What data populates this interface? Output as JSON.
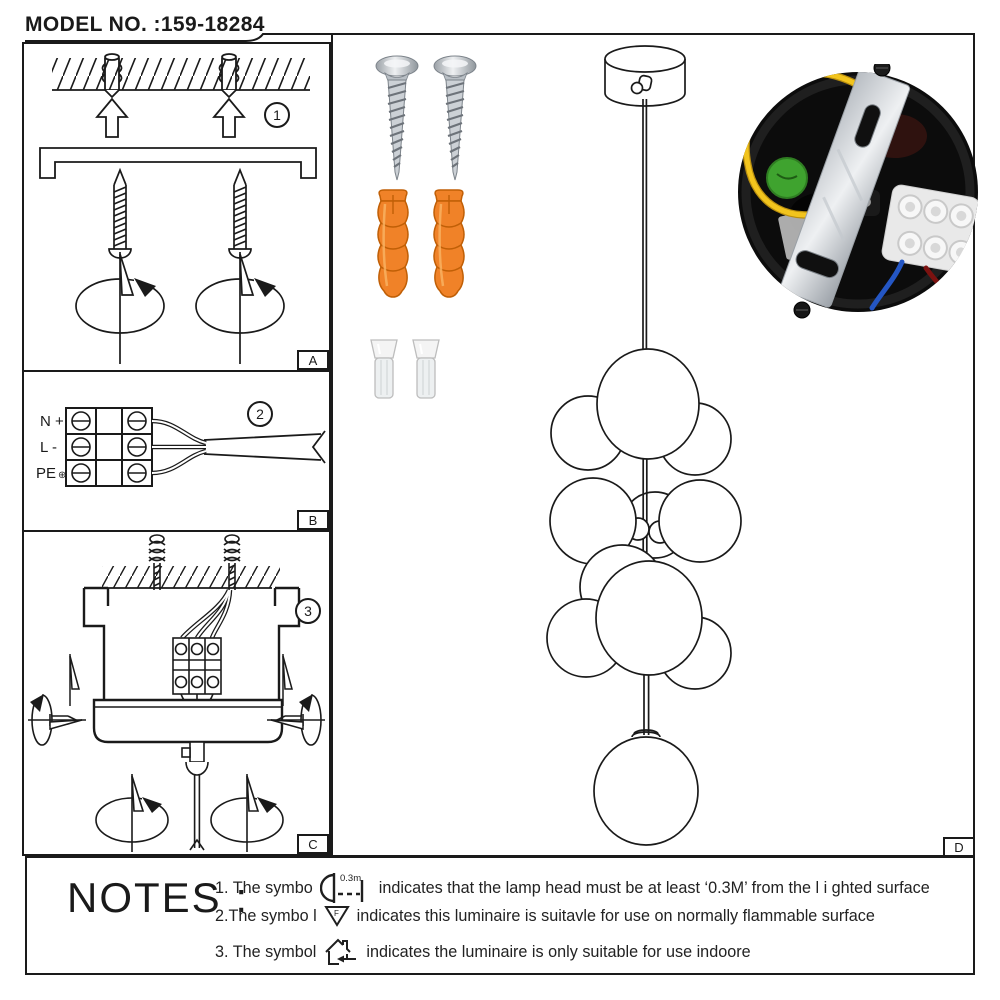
{
  "page": {
    "model_label": "MODEL NO. :159-18284"
  },
  "panels": {
    "a": {
      "label": "A",
      "step": "1"
    },
    "b": {
      "label": "B",
      "step": "2",
      "terminals": [
        "N +",
        "L -",
        "PE"
      ],
      "earth_symbol": "⊕"
    },
    "c": {
      "label": "C",
      "step": "3"
    },
    "d": {
      "label": "D"
    }
  },
  "hardware_icons": [
    "mounting-screw",
    "wall-plug-anchor",
    "wire-connector-cap"
  ],
  "lamp": {
    "style": "pendant with 9 glass globe cluster and 1 lower globe"
  },
  "photo_icons": [
    "ceiling-canopy-photo",
    "mounting-bracket",
    "earth-wire",
    "terminal-block",
    "green-label"
  ],
  "notes": {
    "heading": "NOTES :",
    "items": [
      {
        "prefix": "1. The symbo",
        "icon": "lamp-distance-icon",
        "icon_label": "0.3m",
        "text": "indicates that the lamp head must be at least ‘0.3M’ from the l i ghted surface"
      },
      {
        "prefix": "2.The symbo l",
        "icon": "flammable-surface-icon",
        "icon_label": "F",
        "text": "indicates this luminaire is suitavle for use on normally flammable surface"
      },
      {
        "prefix": "3. The symbol",
        "icon": "indoor-use-icon",
        "text": "indicates the luminaire is only suitable for use indoore"
      }
    ]
  },
  "colors": {
    "ink": "#1a1a1a",
    "plug-orange": "#f08228",
    "plug-orange-dark": "#c05f06",
    "wire-yellow": "#f2c41d",
    "dot-green": "#3fa32f",
    "wire-blue": "#2456c4",
    "wire-red": "#7c1210",
    "metal-silver": "#c9cdd2",
    "photo-black": "#0c0c0c"
  }
}
